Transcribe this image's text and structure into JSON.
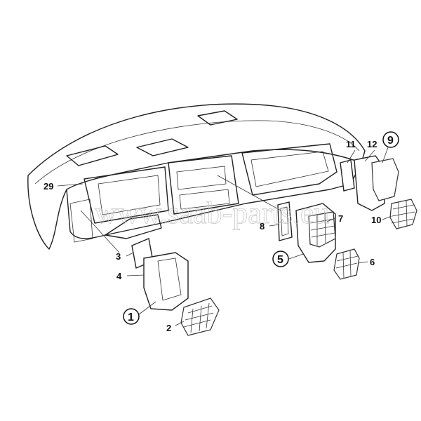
{
  "watermark": "www.saab-parts.eu",
  "callouts": [
    {
      "id": "29",
      "text": "29",
      "circled": false
    },
    {
      "id": "11",
      "text": "11",
      "circled": false
    },
    {
      "id": "12",
      "text": "12",
      "circled": false
    },
    {
      "id": "9",
      "text": "9",
      "circled": true
    },
    {
      "id": "8",
      "text": "8",
      "circled": false
    },
    {
      "id": "7",
      "text": "7",
      "circled": false
    },
    {
      "id": "10",
      "text": "10",
      "circled": false
    },
    {
      "id": "3",
      "text": "3",
      "circled": false
    },
    {
      "id": "4",
      "text": "4",
      "circled": false
    },
    {
      "id": "5",
      "text": "5",
      "circled": true
    },
    {
      "id": "6",
      "text": "6",
      "circled": false
    },
    {
      "id": "1",
      "text": "1",
      "circled": true
    },
    {
      "id": "2",
      "text": "2",
      "circled": false
    }
  ]
}
